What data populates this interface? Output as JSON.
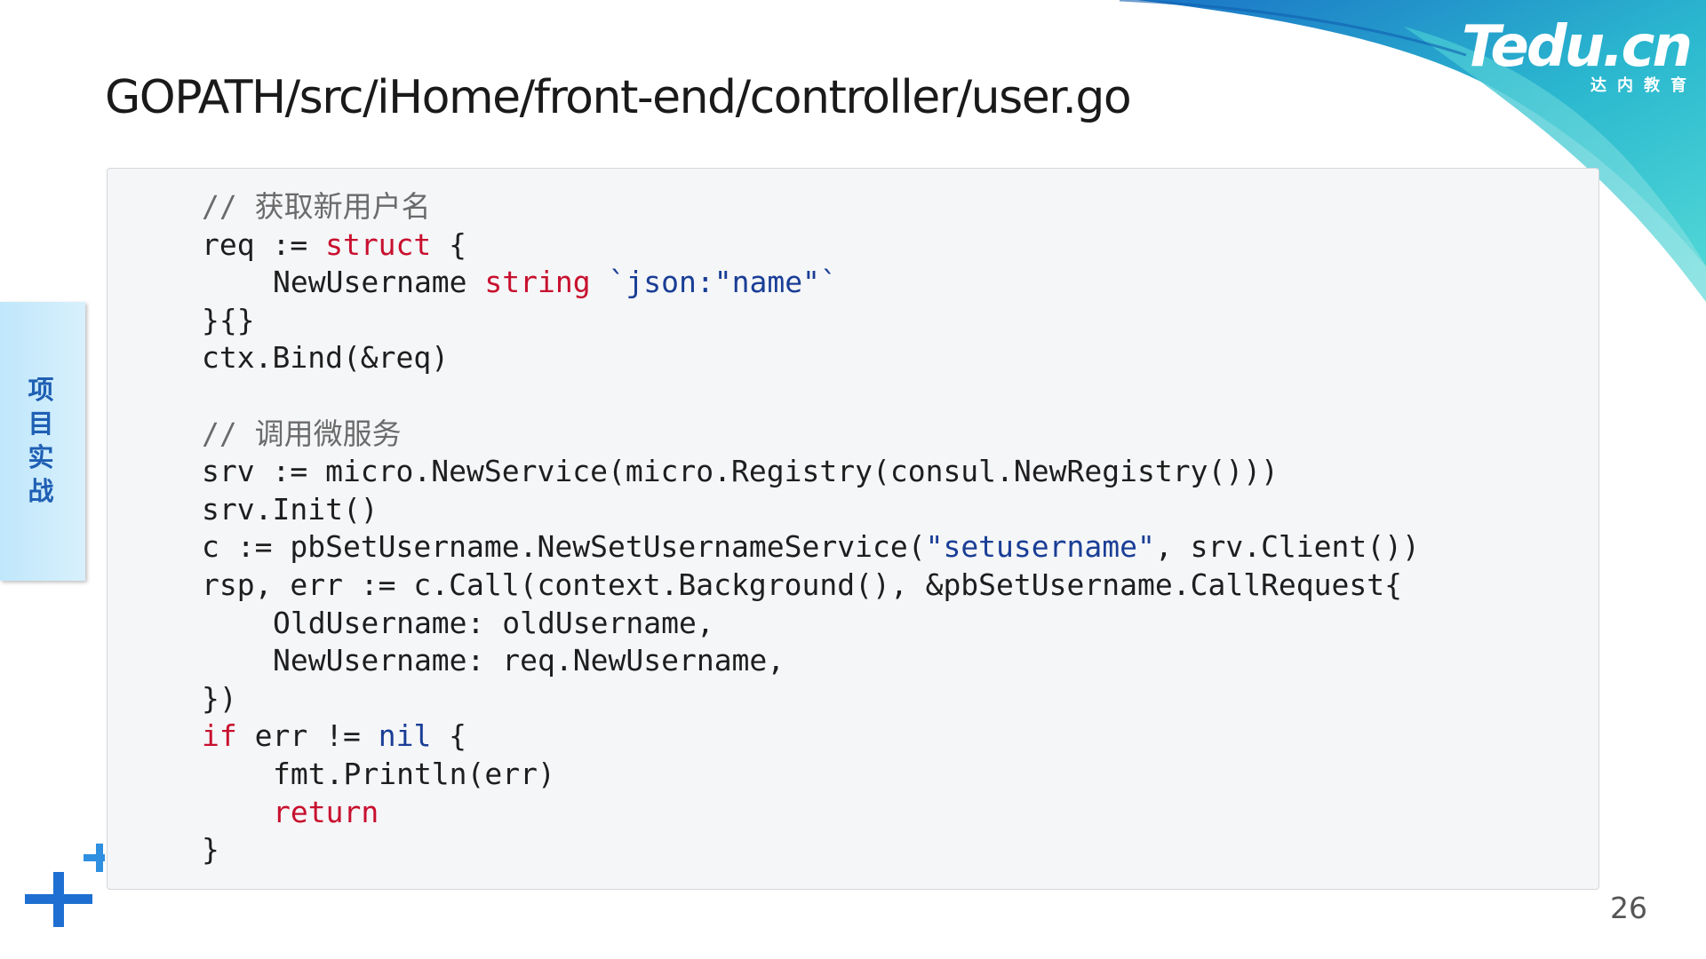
{
  "slide": {
    "title": "GOPATH/src/iHome/front-end/controller/user.go",
    "page_number": "26",
    "side_tab_label": "项目实战"
  },
  "brand": {
    "name": "Tedu.cn",
    "subtitle": "达内教育"
  },
  "code": {
    "lines": [
      {
        "indent": 0,
        "tokens": [
          {
            "type": "comment",
            "text": "// 获取新用户名"
          }
        ]
      },
      {
        "indent": 0,
        "tokens": [
          {
            "type": "plain",
            "text": "req := "
          },
          {
            "type": "keyword",
            "text": "struct"
          },
          {
            "type": "plain",
            "text": " {"
          }
        ]
      },
      {
        "indent": 1,
        "tokens": [
          {
            "type": "plain",
            "text": "NewUsername "
          },
          {
            "type": "keyword",
            "text": "string"
          },
          {
            "type": "plain",
            "text": " "
          },
          {
            "type": "string",
            "text": "`json:\"name\"`"
          }
        ]
      },
      {
        "indent": 0,
        "tokens": [
          {
            "type": "plain",
            "text": "}{}"
          }
        ]
      },
      {
        "indent": 0,
        "tokens": [
          {
            "type": "plain",
            "text": "ctx.Bind(&req)"
          }
        ]
      },
      {
        "indent": 0,
        "tokens": []
      },
      {
        "indent": 0,
        "tokens": [
          {
            "type": "comment",
            "text": "// 调用微服务"
          }
        ]
      },
      {
        "indent": 0,
        "tokens": [
          {
            "type": "plain",
            "text": "srv := micro.NewService(micro.Registry(consul.NewRegistry()))"
          }
        ]
      },
      {
        "indent": 0,
        "tokens": [
          {
            "type": "plain",
            "text": "srv.Init()"
          }
        ]
      },
      {
        "indent": 0,
        "tokens": [
          {
            "type": "plain",
            "text": "c := pbSetUsername.NewSetUsernameService("
          },
          {
            "type": "string",
            "text": "\"setusername\""
          },
          {
            "type": "plain",
            "text": ", srv.Client())"
          }
        ]
      },
      {
        "indent": 0,
        "tokens": [
          {
            "type": "plain",
            "text": "rsp, err := c.Call(context.Background(), &pbSetUsername.CallRequest{"
          }
        ]
      },
      {
        "indent": 1,
        "tokens": [
          {
            "type": "plain",
            "text": "OldUsername: oldUsername,"
          }
        ]
      },
      {
        "indent": 1,
        "tokens": [
          {
            "type": "plain",
            "text": "NewUsername: req.NewUsername,"
          }
        ]
      },
      {
        "indent": 0,
        "tokens": [
          {
            "type": "plain",
            "text": "})"
          }
        ]
      },
      {
        "indent": 0,
        "tokens": [
          {
            "type": "keyword",
            "text": "if"
          },
          {
            "type": "plain",
            "text": " err != "
          },
          {
            "type": "string",
            "text": "nil"
          },
          {
            "type": "plain",
            "text": " {"
          }
        ]
      },
      {
        "indent": 1,
        "tokens": [
          {
            "type": "plain",
            "text": "fmt.Println(err)"
          }
        ]
      },
      {
        "indent": 1,
        "tokens": [
          {
            "type": "keyword",
            "text": "return"
          }
        ]
      },
      {
        "indent": 0,
        "tokens": [
          {
            "type": "plain",
            "text": "}"
          }
        ]
      }
    ]
  },
  "colors": {
    "title": "#1a1a1a",
    "code_background": "#f5f6f8",
    "keyword": "#c8102e",
    "string_literal": "#1a3e96",
    "comment": "#6b6b6b",
    "side_tab_text": "#1f5fb4",
    "accent_blue": "#1e88e5",
    "brand_teal": "#2ec4c9"
  },
  "icons": [
    "plus-icon"
  ]
}
